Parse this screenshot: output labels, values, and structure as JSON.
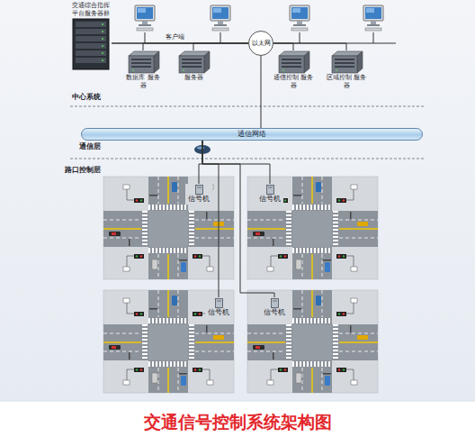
{
  "diagram": {
    "caption": "交通信号控制系统架构图",
    "nodes": [
      {
        "text": [
          "交通综合指挥 平台服务器群"
        ]
      },
      {
        "text": [
          "数据库 服务器"
        ]
      },
      {
        "text": [
          "服务器"
        ]
      },
      {
        "text": [
          "通信控制 服务器"
        ]
      },
      {
        "text": [
          "区域控制 服务器"
        ]
      },
      {
        "text": [
          "以太网"
        ]
      },
      {
        "text": [
          "通信网络"
        ]
      },
      {
        "text": [
          "信号机"
        ]
      },
      {
        "text": [
          "信号机"
        ]
      },
      {
        "text": [
          "信号机"
        ]
      },
      {
        "text": [
          "信号机"
        ]
      }
    ],
    "edges": [
      {
        "from": 0,
        "to": 5,
        "arrow": "none"
      },
      {
        "from": 1,
        "to": 5,
        "arrow": "none"
      },
      {
        "from": 2,
        "to": 5,
        "arrow": "none"
      },
      {
        "from": 3,
        "to": 5,
        "arrow": "none"
      },
      {
        "from": 4,
        "to": 5,
        "arrow": "none"
      },
      {
        "from": 5,
        "to": 6,
        "arrow": "none"
      },
      {
        "from": 6,
        "to": 7,
        "arrow": "none"
      },
      {
        "from": 6,
        "to": 8,
        "arrow": "none"
      },
      {
        "from": 6,
        "to": 9,
        "arrow": "none"
      },
      {
        "from": 6,
        "to": 10,
        "arrow": "none"
      }
    ],
    "labels": [
      "客户端",
      "中心系统",
      "通信层",
      "路口控制层"
    ]
  }
}
